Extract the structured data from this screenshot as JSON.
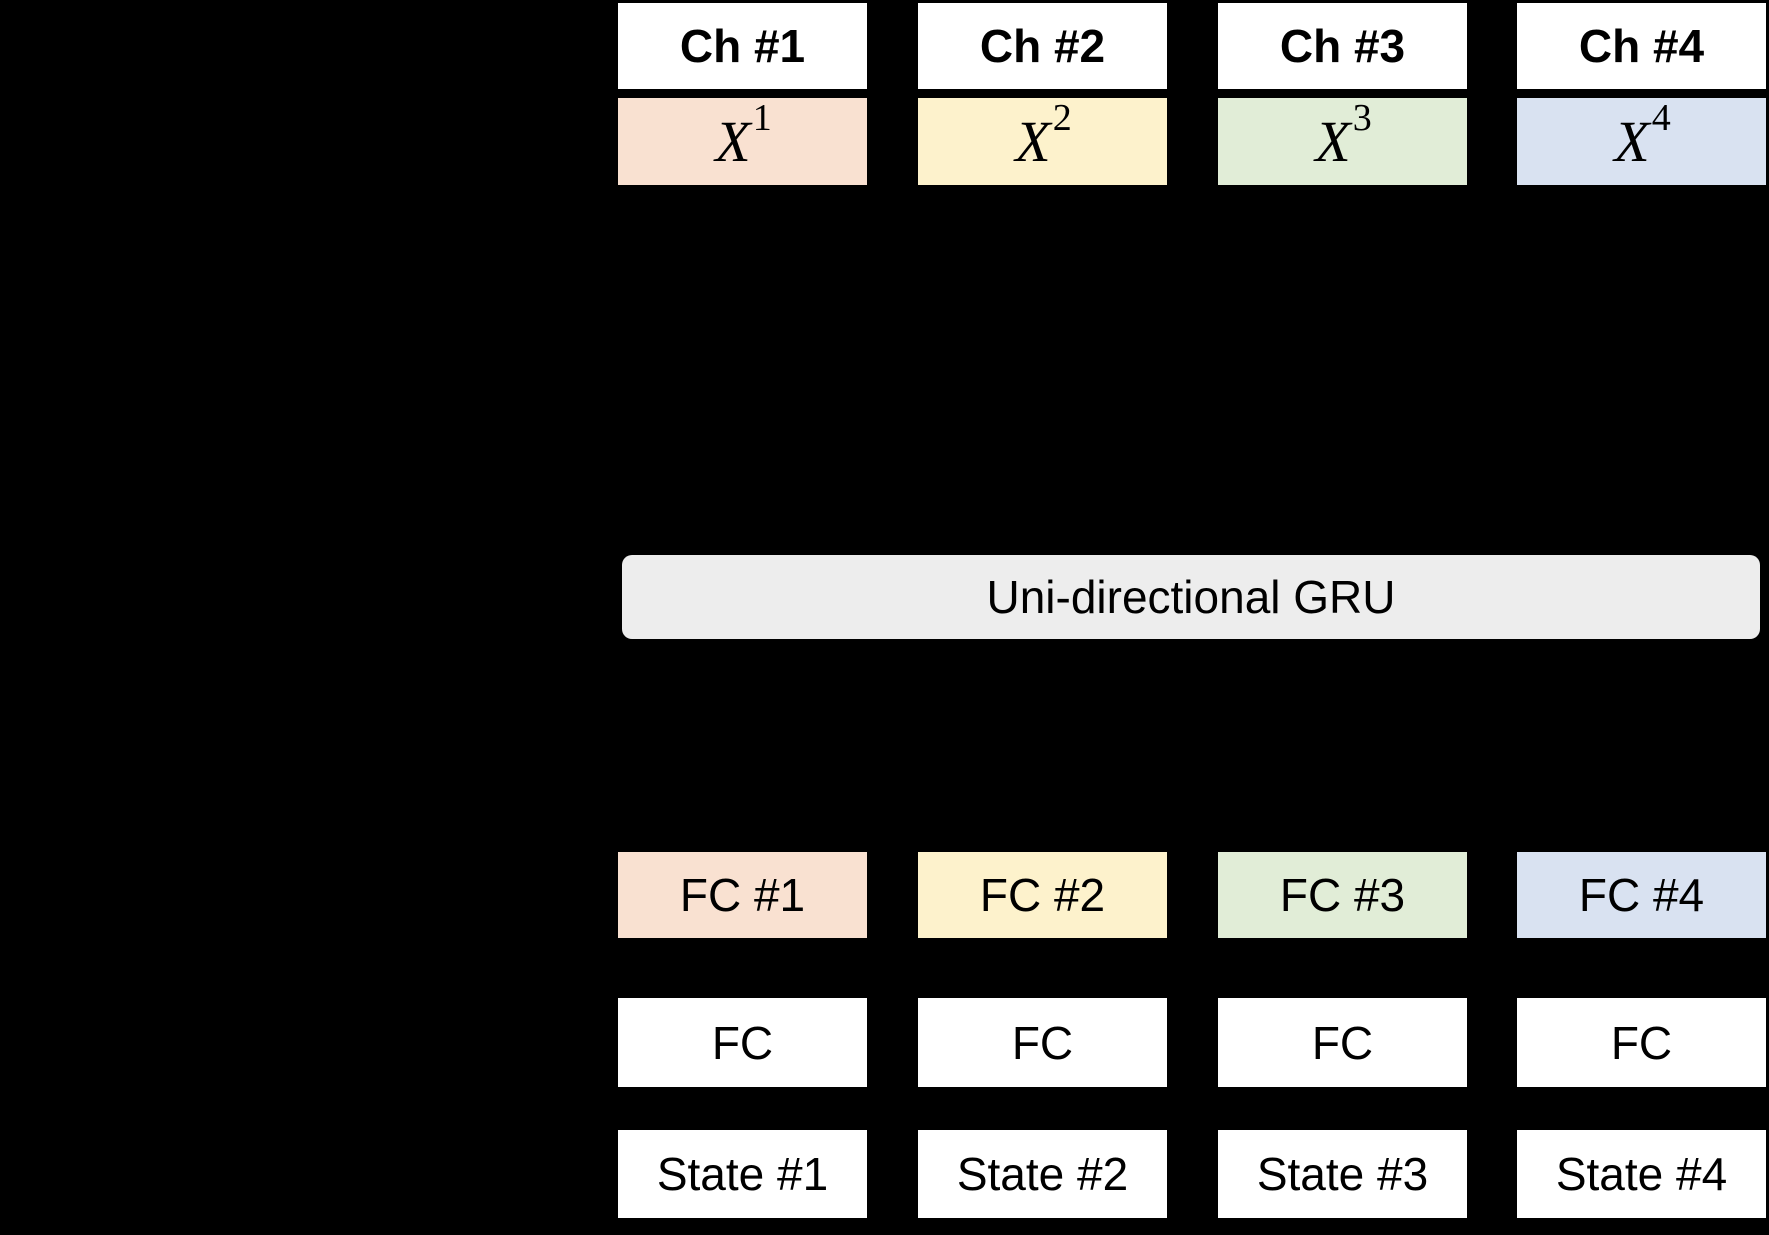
{
  "background": "#000000",
  "text_color": "#000000",
  "gru": {
    "label": "Uni-directional GRU",
    "bg": "#ededed"
  },
  "columns": [
    {
      "ch": "Ch #1",
      "x_base": "X",
      "x_sup": "1",
      "fc_named": "FC #1",
      "fc": "FC",
      "state": "State #1",
      "color": "#f9e1d1"
    },
    {
      "ch": "Ch #2",
      "x_base": "X",
      "x_sup": "2",
      "fc_named": "FC #2",
      "fc": "FC",
      "state": "State #2",
      "color": "#fdf2cc"
    },
    {
      "ch": "Ch #3",
      "x_base": "X",
      "x_sup": "3",
      "fc_named": "FC #3",
      "fc": "FC",
      "state": "State #3",
      "color": "#e1edd7"
    },
    {
      "ch": "Ch #4",
      "x_base": "X",
      "x_sup": "4",
      "fc_named": "FC #4",
      "fc": "FC",
      "state": "State #4",
      "color": "#d9e2f1"
    }
  ]
}
